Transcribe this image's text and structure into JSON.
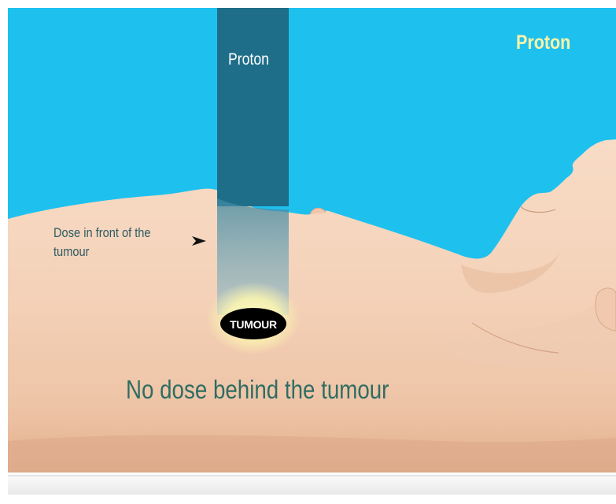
{
  "title": "Proton",
  "beam": {
    "label": "Proton"
  },
  "annotations": {
    "dose_front_line1": "Dose in front of the",
    "dose_front_line2": "tumour",
    "tumour": "TUMOUR",
    "dose_behind": "No dose behind the tumour"
  },
  "colors": {
    "background": "#1ec1ee",
    "beam": "#1e6e8a",
    "skin": "#f6d6bf",
    "tumour": "#000000",
    "glow": "#fffbb0",
    "title_text": "#fdf3a8",
    "label_text": "#2d5b63"
  },
  "icons": {
    "pointer": "arrowhead-pointer-icon"
  }
}
